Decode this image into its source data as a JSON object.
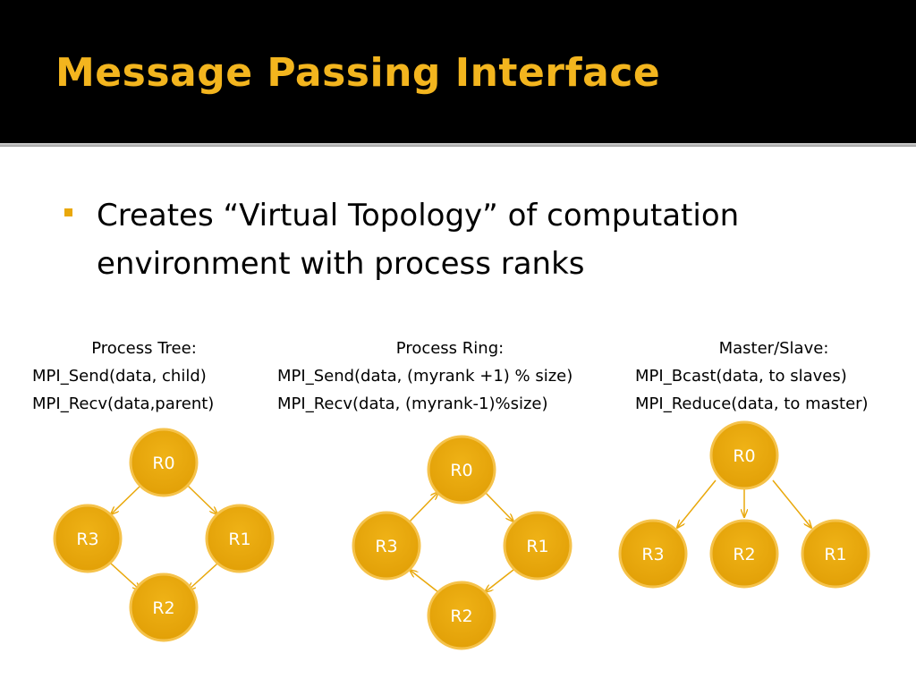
{
  "slide": {
    "title": "Message Passing Interface",
    "bullet": "Creates “Virtual Topology” of computation environment with process ranks"
  },
  "diagrams": {
    "tree": {
      "heading": "Process Tree:",
      "lines": [
        "MPI_Send(data, child)",
        "MPI_Recv(data,parent)"
      ],
      "nodes": {
        "r0": "R0",
        "r1": "R1",
        "r2": "R2",
        "r3": "R3"
      }
    },
    "ring": {
      "heading": "Process Ring:",
      "lines": [
        "MPI_Send(data, (myrank +1) % size)",
        "MPI_Recv(data, (myrank-1)%size)"
      ],
      "nodes": {
        "r0": "R0",
        "r1": "R1",
        "r2": "R2",
        "r3": "R3"
      }
    },
    "master_slave": {
      "heading": "Master/Slave:",
      "lines": [
        "MPI_Bcast(data, to slaves)",
        "MPI_Reduce(data, to master)"
      ],
      "nodes": {
        "r0": "R0",
        "r1": "R1",
        "r2": "R2",
        "r3": "R3"
      }
    }
  },
  "colors": {
    "title": "#f3b51e",
    "node_fill": "#e9a80b",
    "node_stroke": "#f5c24a",
    "arrow": "#e9a80b"
  }
}
